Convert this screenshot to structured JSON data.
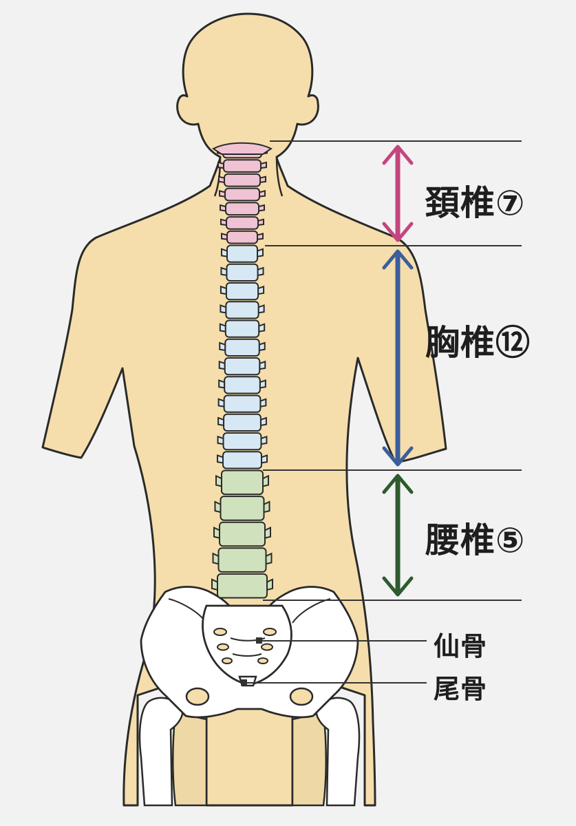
{
  "regions": [
    {
      "key": "cervical",
      "label": "頚椎⑦",
      "color": "#c4457e",
      "count": 7
    },
    {
      "key": "thoracic",
      "label": "胸椎⑫",
      "color": "#3b5e9c",
      "count": 12
    },
    {
      "key": "lumbar",
      "label": "腰椎⑤",
      "color": "#2d5a2e",
      "count": 5
    }
  ],
  "bones": [
    {
      "key": "sacrum",
      "label": "仙骨"
    },
    {
      "key": "coccyx",
      "label": "尾骨"
    }
  ],
  "colors": {
    "background": "#f2f2f2",
    "skin": "#f5deac",
    "outline": "#2a2a2a",
    "cervical_bone": "#efc3d4",
    "thoracic_bone": "#d6e8f4",
    "lumbar_bone": "#cfe2bd",
    "pelvis": "#ffffff",
    "guide_line": "#333333"
  }
}
